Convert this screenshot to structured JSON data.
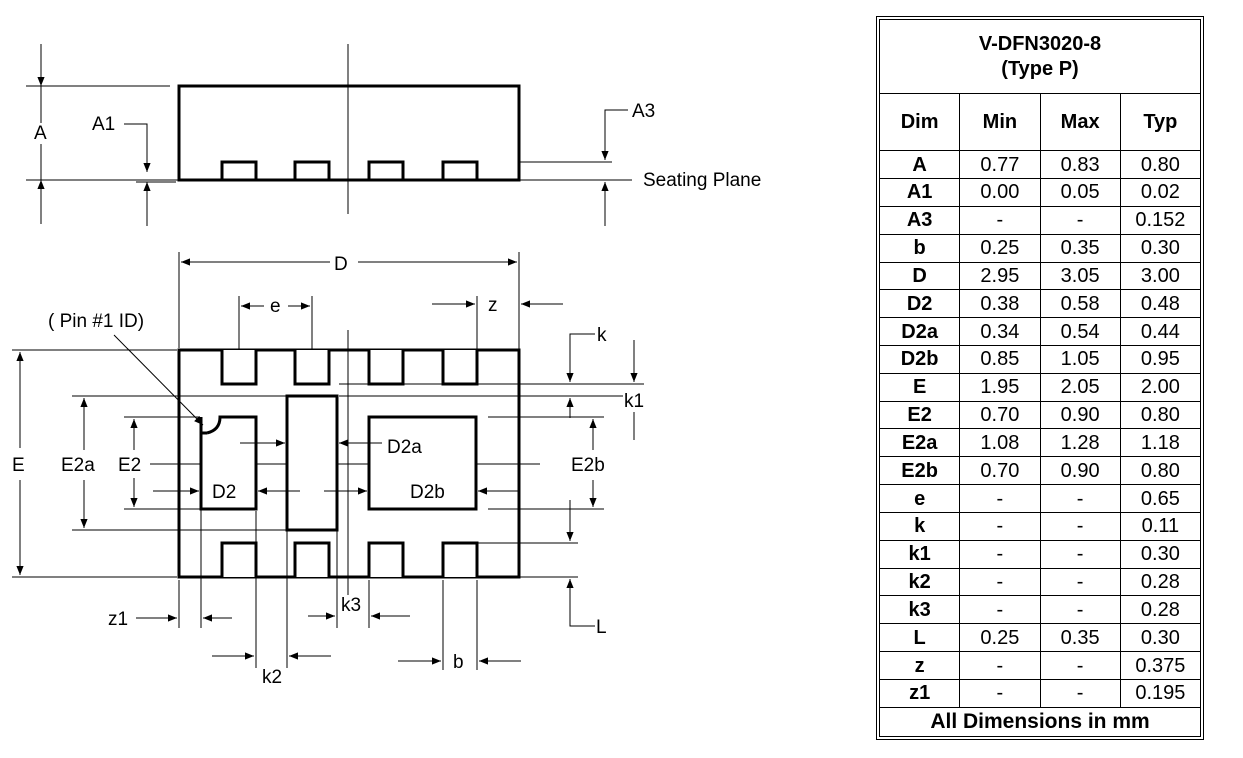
{
  "diagram": {
    "labels": {
      "A": "A",
      "A1": "A1",
      "A3": "A3",
      "seating_plane": "Seating Plane",
      "D": "D",
      "e": "e",
      "z": "z",
      "pin1_id": "( Pin #1 ID)",
      "k": "k",
      "k1": "k1",
      "E": "E",
      "E2a": "E2a",
      "E2": "E2",
      "D2a": "D2a",
      "D2": "D2",
      "D2b": "D2b",
      "E2b": "E2b",
      "z1": "z1",
      "k3": "k3",
      "L": "L",
      "k2": "k2",
      "b": "b"
    }
  },
  "table": {
    "title_line1": "V-DFN3020-8",
    "title_line2": "(Type P)",
    "headers": [
      "Dim",
      "Min",
      "Max",
      "Typ"
    ],
    "rows": [
      [
        "A",
        "0.77",
        "0.83",
        "0.80"
      ],
      [
        "A1",
        "0.00",
        "0.05",
        "0.02"
      ],
      [
        "A3",
        "-",
        "-",
        "0.152"
      ],
      [
        "b",
        "0.25",
        "0.35",
        "0.30"
      ],
      [
        "D",
        "2.95",
        "3.05",
        "3.00"
      ],
      [
        "D2",
        "0.38",
        "0.58",
        "0.48"
      ],
      [
        "D2a",
        "0.34",
        "0.54",
        "0.44"
      ],
      [
        "D2b",
        "0.85",
        "1.05",
        "0.95"
      ],
      [
        "E",
        "1.95",
        "2.05",
        "2.00"
      ],
      [
        "E2",
        "0.70",
        "0.90",
        "0.80"
      ],
      [
        "E2a",
        "1.08",
        "1.28",
        "1.18"
      ],
      [
        "E2b",
        "0.70",
        "0.90",
        "0.80"
      ],
      [
        "e",
        "-",
        "-",
        "0.65"
      ],
      [
        "k",
        "-",
        "-",
        "0.11"
      ],
      [
        "k1",
        "-",
        "-",
        "0.30"
      ],
      [
        "k2",
        "-",
        "-",
        "0.28"
      ],
      [
        "k3",
        "-",
        "-",
        "0.28"
      ],
      [
        "L",
        "0.25",
        "0.35",
        "0.30"
      ],
      [
        "z",
        "-",
        "-",
        "0.375"
      ],
      [
        "z1",
        "-",
        "-",
        "0.195"
      ]
    ],
    "footer": "All Dimensions in mm"
  }
}
